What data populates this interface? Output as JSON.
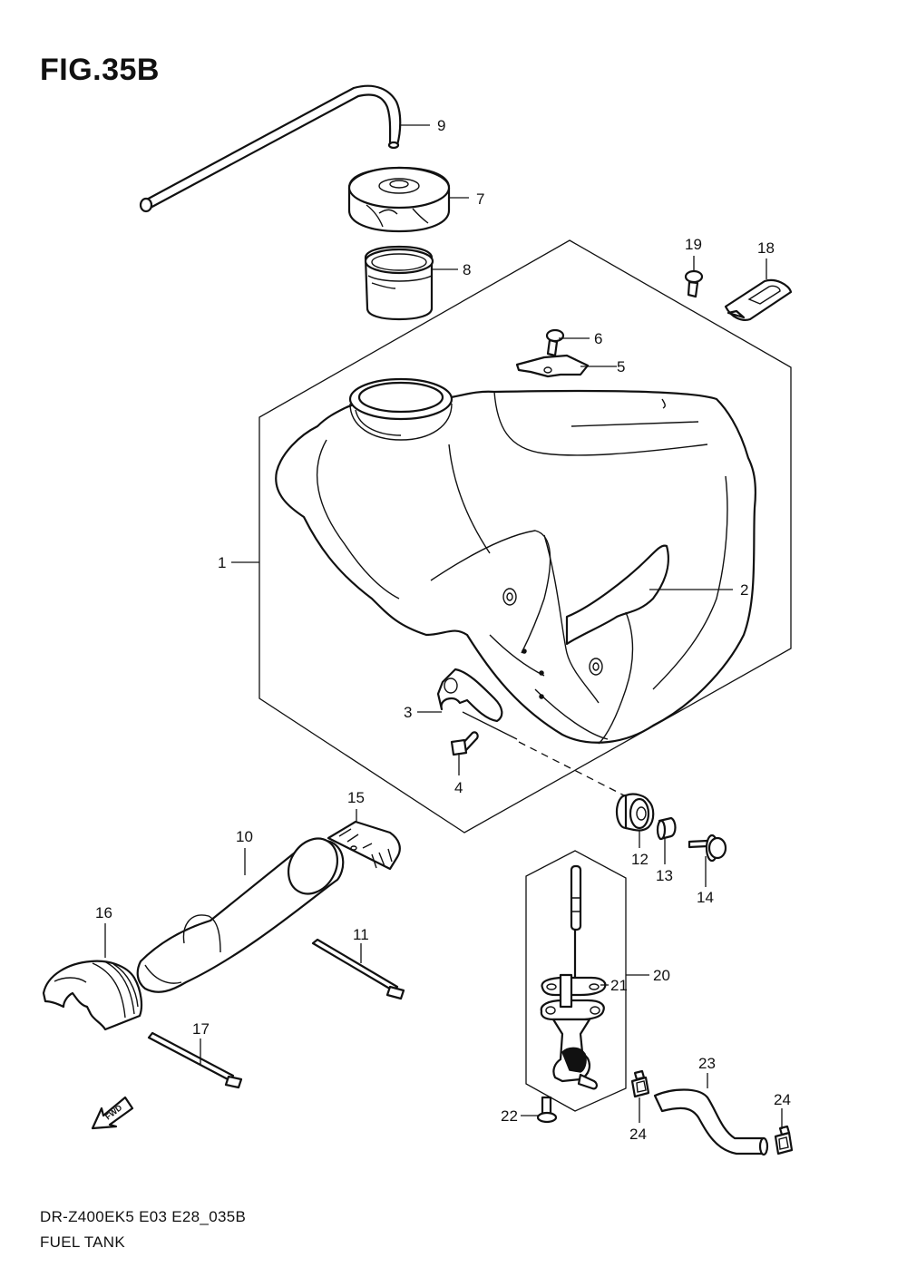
{
  "figure": {
    "title": "FIG.35B"
  },
  "footer": {
    "model_code": "DR-Z400EK5 E03 E28_035B",
    "section_name": "FUEL TANK"
  },
  "callouts": [
    {
      "id": "1",
      "label": "1"
    },
    {
      "id": "2",
      "label": "2"
    },
    {
      "id": "3",
      "label": "3"
    },
    {
      "id": "4",
      "label": "4"
    },
    {
      "id": "5",
      "label": "5"
    },
    {
      "id": "6",
      "label": "6"
    },
    {
      "id": "7",
      "label": "7"
    },
    {
      "id": "8",
      "label": "8"
    },
    {
      "id": "9",
      "label": "9"
    },
    {
      "id": "10",
      "label": "10"
    },
    {
      "id": "11",
      "label": "11"
    },
    {
      "id": "12",
      "label": "12"
    },
    {
      "id": "13",
      "label": "13"
    },
    {
      "id": "14",
      "label": "14"
    },
    {
      "id": "15",
      "label": "15"
    },
    {
      "id": "16",
      "label": "16"
    },
    {
      "id": "17",
      "label": "17"
    },
    {
      "id": "18",
      "label": "18"
    },
    {
      "id": "19",
      "label": "19"
    },
    {
      "id": "20",
      "label": "20"
    },
    {
      "id": "21",
      "label": "21"
    },
    {
      "id": "22",
      "label": "22"
    },
    {
      "id": "23",
      "label": "23"
    },
    {
      "id": "24a",
      "label": "24"
    },
    {
      "id": "24b",
      "label": "24"
    }
  ],
  "direction_arrow": {
    "label": "FWD",
    "icon": "fwd-arrow-icon"
  }
}
